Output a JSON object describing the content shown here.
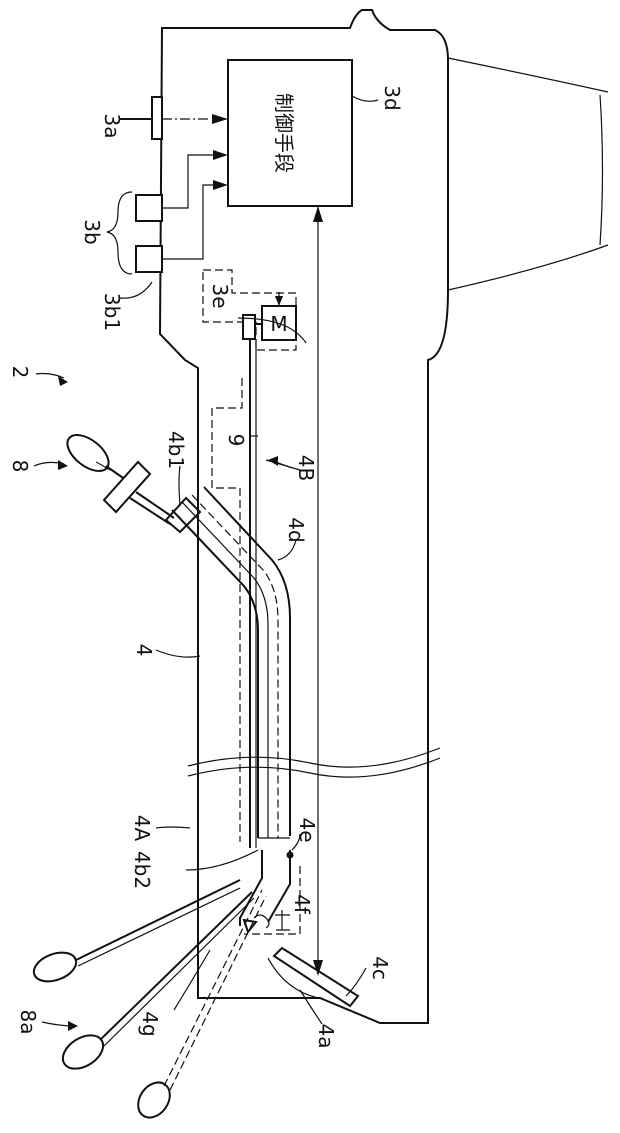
{
  "labels": {
    "control_means": "制御手段",
    "motor": "M",
    "ref_2": "2",
    "ref_3a": "3a",
    "ref_3b": "3b",
    "ref_3b1": "3b1",
    "ref_3d": "3d",
    "ref_3e": "3e",
    "ref_8": "8",
    "ref_8a": "8a",
    "ref_9": "9",
    "ref_4": "4",
    "ref_4A": "4A",
    "ref_4B": "4B",
    "ref_4a": "4a",
    "ref_4b1": "4b1",
    "ref_4b2": "4b2",
    "ref_4c": "4c",
    "ref_4d": "4d",
    "ref_4e": "4e",
    "ref_4f": "4f",
    "ref_4g": "4g"
  }
}
